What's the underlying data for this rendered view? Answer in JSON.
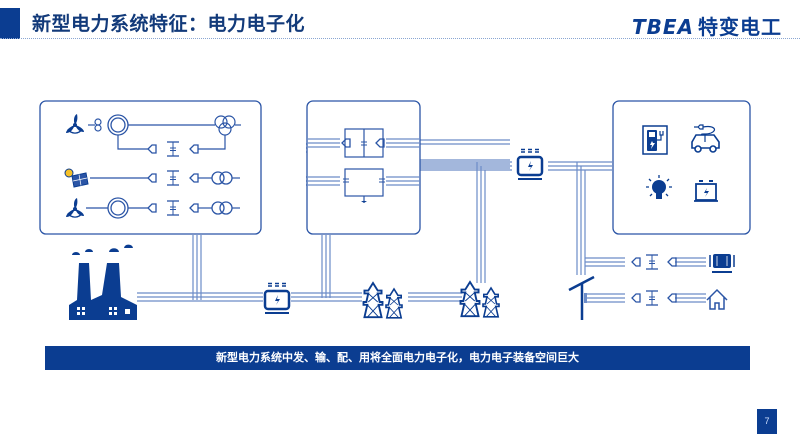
{
  "header": {
    "title": "新型电力系统特征：电力电子化",
    "logo_latin": "TBEA",
    "logo_cn": "特变电工"
  },
  "diagram": {
    "nodes": [
      {
        "id": "generation-box",
        "contains": [
          "wind-turbine-icon",
          "solar-panel-icon",
          "wind-turbine-icon",
          "generator-icon",
          "converter-icon",
          "transformer-icon"
        ]
      },
      {
        "id": "converter-station-box",
        "contains": [
          "converter-icon",
          "dc-link-icon"
        ]
      },
      {
        "id": "load-box",
        "contains": [
          "ev-charger-icon",
          "electric-car-icon",
          "light-bulb-icon",
          "battery-icon"
        ]
      },
      {
        "id": "factory",
        "icon": "power-plant-icon"
      },
      {
        "id": "transformer-1",
        "icon": "transformer-icon"
      },
      {
        "id": "transformer-2",
        "icon": "transformer-icon"
      },
      {
        "id": "tower-1",
        "icon": "transmission-tower-icon"
      },
      {
        "id": "tower-2",
        "icon": "transmission-tower-icon"
      },
      {
        "id": "pole",
        "icon": "distribution-pole-icon"
      },
      {
        "id": "motor",
        "icon": "motor-icon"
      },
      {
        "id": "home",
        "icon": "house-icon"
      }
    ]
  },
  "banner": {
    "text": "新型电力系统中发、输、配、用将全面电力电子化，电力电子装备空间巨大"
  },
  "page_number": "7",
  "colors": {
    "primary": "#0b3d91",
    "line": "#2b55a6",
    "line_light": "#6c8cc8"
  }
}
